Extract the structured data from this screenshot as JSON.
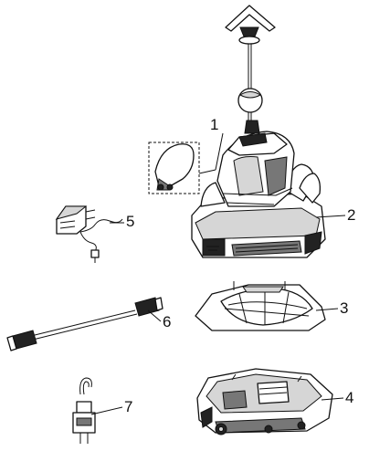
{
  "callouts": [
    {
      "id": "1",
      "label": "1"
    },
    {
      "id": "2",
      "label": "2"
    },
    {
      "id": "3",
      "label": "3"
    },
    {
      "id": "4",
      "label": "4"
    },
    {
      "id": "5",
      "label": "5"
    },
    {
      "id": "6",
      "label": "6"
    },
    {
      "id": "7",
      "label": "7"
    }
  ],
  "colors": {
    "line": "#111111",
    "background": "#ffffff",
    "shade": "#777777"
  }
}
